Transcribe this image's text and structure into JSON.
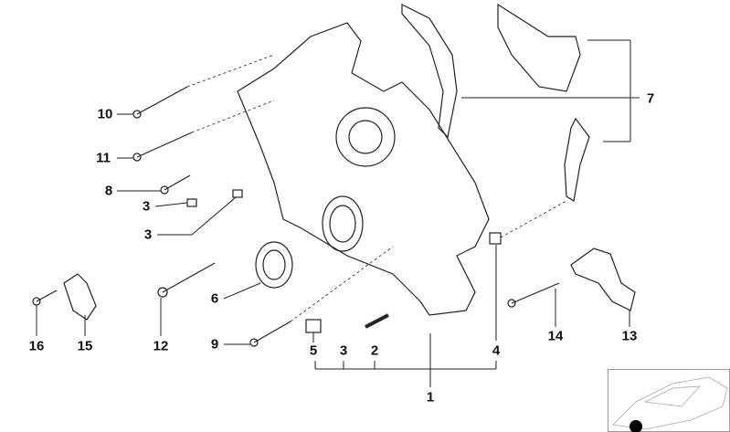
{
  "callouts": {
    "p10": "10",
    "p11": "11",
    "p8": "8",
    "p3a": "3",
    "p3b": "3",
    "p6": "6",
    "p12": "12",
    "p9": "9",
    "p5": "5",
    "p3c": "3",
    "p2": "2",
    "p4": "4",
    "p1": "1",
    "p7": "7",
    "p14": "14",
    "p13": "13",
    "p16": "16",
    "p15": "15"
  }
}
